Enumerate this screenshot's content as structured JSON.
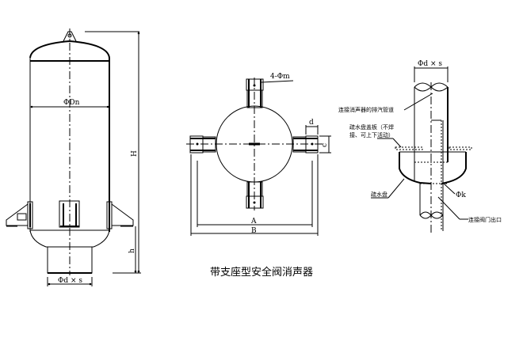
{
  "title": "带支座型安全阀消声器",
  "front_view": {
    "diameter_label": "ΦDn",
    "height_label": "H",
    "support_height_label": "h",
    "outlet_label": "Φd × s"
  },
  "top_view": {
    "holes_label": "4-Φm",
    "support_width_label": "d",
    "support_depth_label": "c",
    "inner_span_label": "A",
    "outer_span_label": "B"
  },
  "detail_view": {
    "pipe_label": "Φd × s",
    "exhaust_pipe_note": "连接消声器的排汽管道",
    "drain_cover_note_line1": "疏水盘盖板（不焊",
    "drain_cover_note_line2": "接、可上下活动）",
    "drain_pan_note": "疏水盘",
    "drain_hole_label": "Φk",
    "valve_outlet_note": "连接阀门出口"
  }
}
